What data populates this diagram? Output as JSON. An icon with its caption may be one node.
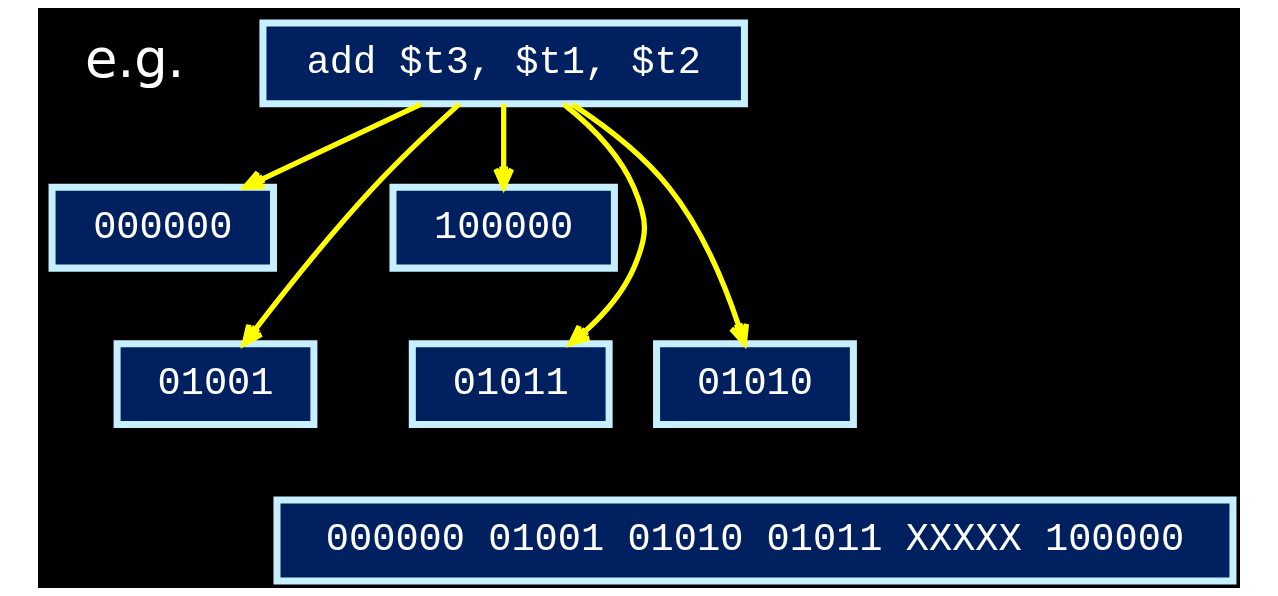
{
  "diagram": {
    "nodes": [
      {
        "text": [
          "add $t3, $t1, $t2"
        ]
      },
      {
        "text": [
          "000000"
        ]
      },
      {
        "text": [
          "100000"
        ]
      },
      {
        "text": [
          "01001"
        ]
      },
      {
        "text": [
          "01010"
        ]
      },
      {
        "text": [
          "01011"
        ]
      },
      {
        "text": [
          "000000 01001 01010 01011 XXXXX 100000"
        ]
      }
    ],
    "edges": [
      {
        "from": 0,
        "to": 1,
        "arrow": "to"
      },
      {
        "from": 0,
        "to": 2,
        "arrow": "to"
      },
      {
        "from": 0,
        "to": 5,
        "arrow": "to"
      },
      {
        "from": 0,
        "to": 3,
        "arrow": "to"
      },
      {
        "from": 0,
        "to": 4,
        "arrow": "to"
      }
    ],
    "labels": [
      "e.g."
    ]
  }
}
